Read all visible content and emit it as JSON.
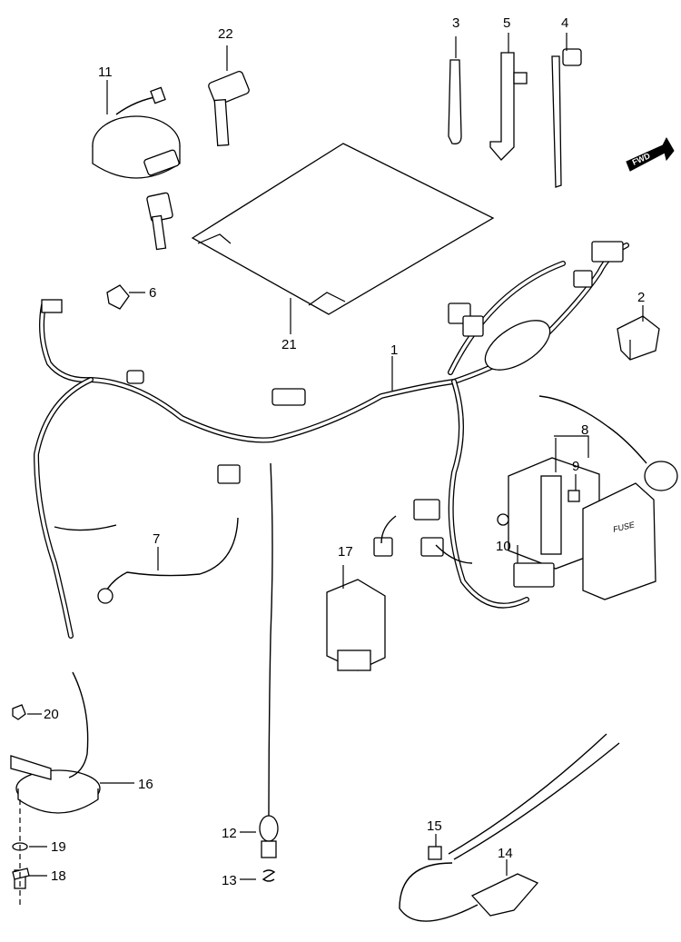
{
  "diagram": {
    "fwd_label": "FWD",
    "fuse_label": "FUSE",
    "callouts": {
      "c1": "1",
      "c2": "2",
      "c3": "3",
      "c4": "4",
      "c5": "5",
      "c6": "6",
      "c7": "7",
      "c8": "8",
      "c9": "9",
      "c10": "10",
      "c11": "11",
      "c12": "12",
      "c13": "13",
      "c14": "14",
      "c15": "15",
      "c16": "16",
      "c17": "17",
      "c18": "18",
      "c19": "19",
      "c20": "20",
      "c21": "21",
      "c22": "22"
    }
  }
}
